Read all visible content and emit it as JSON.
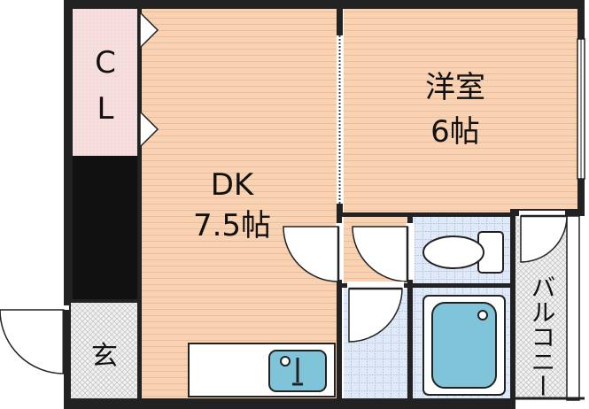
{
  "rooms": {
    "closet": {
      "line1": "C",
      "line2": "L"
    },
    "dk": {
      "name": "DK",
      "size": "7.5帖"
    },
    "western": {
      "name": "洋室",
      "size": "6帖"
    },
    "entrance": {
      "name": "玄"
    },
    "balcony": {
      "name": "バルコニー"
    }
  },
  "colors": {
    "wall": "#222222",
    "floor_wood": "#f7d2b3",
    "floor_wood_line": "#efbb96",
    "closet_fill": "#f6dede",
    "tile_fill": "#dfe9f8",
    "tile_line": "#9fb4d8",
    "gray_hatch": "#e2e2e2",
    "fixture_fill": "#7fc4d8",
    "fixture_stroke": "#222222"
  },
  "icons": [
    "entrance-door-icon",
    "closet-door-icon",
    "sliding-door-icon",
    "swing-door-icon",
    "toilet-icon",
    "bathtub-icon",
    "kitchen-sink-icon",
    "window-icon"
  ]
}
